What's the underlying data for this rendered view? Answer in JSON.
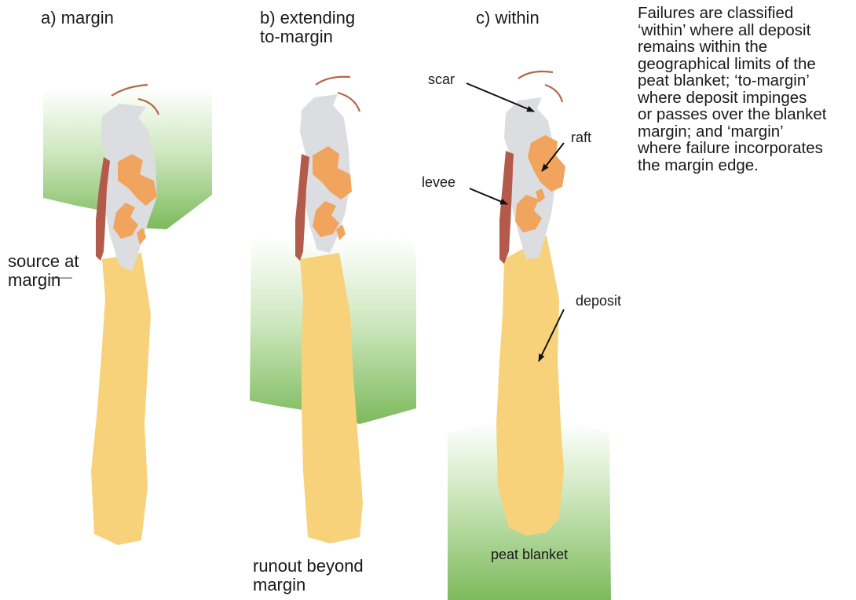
{
  "panels": {
    "a": {
      "title": "a) margin",
      "source_label": "source at\nmargin"
    },
    "b": {
      "title": "b) extending\nto-margin",
      "runout_label": "runout beyond\nmargin"
    },
    "c": {
      "title": "c) within",
      "labels": {
        "scar": "scar",
        "raft": "raft",
        "levee": "levee",
        "deposit": "deposit",
        "peat_blanket": "peat blanket"
      }
    }
  },
  "description": "Failures are classified\n‘within’ where all deposit\nremains within the\ngeographical limits of the\npeat blanket; ‘to-margin’\nwhere deposit impinges\nor passes over the blanket\nmargin; and ‘margin’\nwhere failure incorporates\nthe margin edge.",
  "colors": {
    "deposit": "#f7d27a",
    "scar": "#dcdde0",
    "raft": "#f0a45e",
    "levee": "#b45a4a",
    "scarp_line": "#b8654a",
    "peat_green": "#8cc06a",
    "arrow": "#111111"
  }
}
